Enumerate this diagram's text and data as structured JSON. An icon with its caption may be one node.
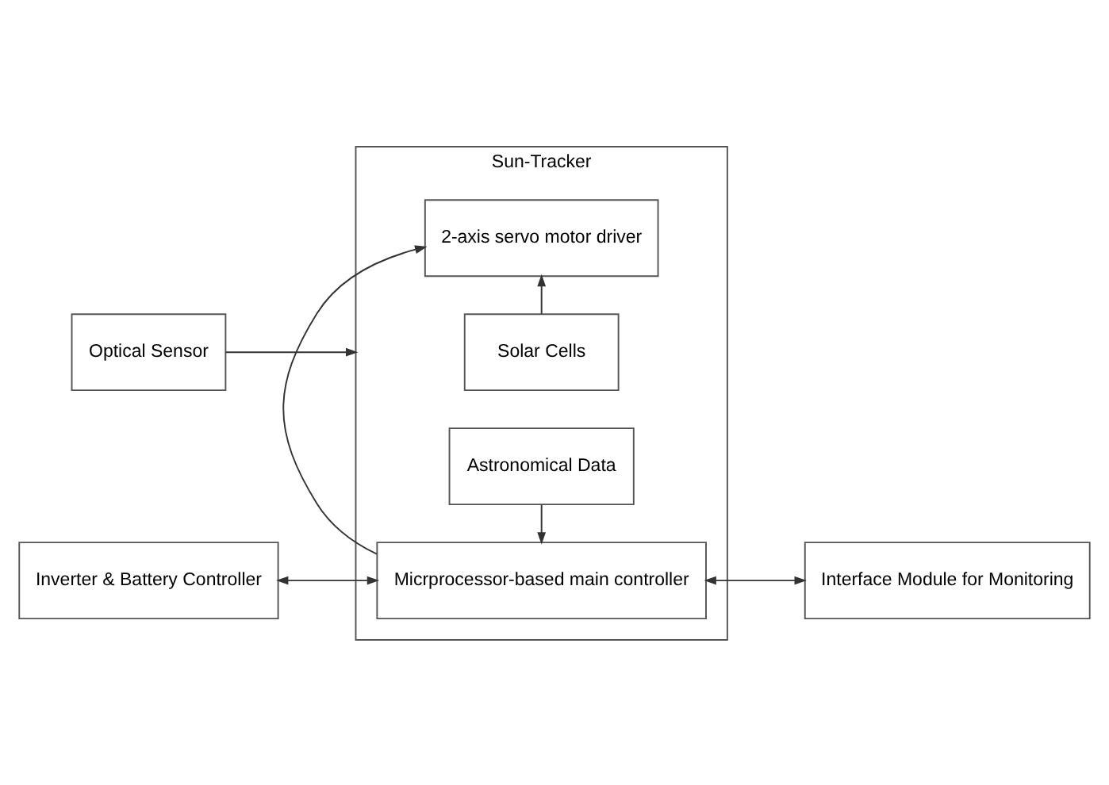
{
  "diagram": {
    "nodes": [
      {
        "text": [
          "Sun-Tracker"
        ]
      },
      {
        "text": [
          "Solar Cells"
        ],
        "in": 0
      },
      {
        "text": [
          "2-axis servo motor driver"
        ],
        "in": 0
      },
      {
        "text": [
          "Micrprocessor-based main controller"
        ],
        "in": 0
      },
      {
        "text": [
          "Astronomical Data"
        ],
        "in": 0
      },
      {
        "text": [
          "Optical Sensor"
        ]
      },
      {
        "text": [
          "Inverter & Battery Controller"
        ]
      },
      {
        "text": [
          "Interface Module for Monitoring"
        ]
      }
    ],
    "edges": [
      {
        "from": 1,
        "to": 2,
        "arrow": "to"
      },
      {
        "from": 3,
        "to": 2,
        "arrow": "to"
      },
      {
        "from": 4,
        "to": 3,
        "arrow": "to"
      },
      {
        "from": 5,
        "to": 0,
        "arrow": "to"
      },
      {
        "from": 6,
        "to": 3,
        "arrow": "both"
      },
      {
        "from": 3,
        "to": 7,
        "arrow": "both"
      }
    ]
  }
}
